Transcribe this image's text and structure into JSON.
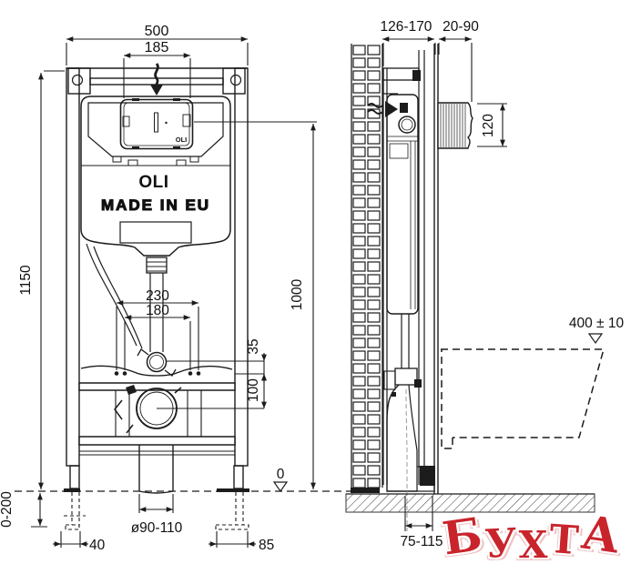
{
  "front": {
    "brand_logo": "OLI",
    "made_in": "MADE IN EU",
    "panel_logo": "OLI",
    "dims": {
      "overall_width": "500",
      "panel_width": "185",
      "frame_height": "1150",
      "panel_center_height": "1000",
      "fixing_bolts_outer": "230",
      "fixing_bolts_inner": "180",
      "inlet_gap": "35",
      "drain_center_height": "100",
      "leg_adjustment": "0-200",
      "left_foot_offset": "40",
      "waste_pipe_diameter": "ø90-110",
      "right_foot_offset": "85",
      "floor_datum": "0"
    }
  },
  "side": {
    "dims": {
      "frame_depth": "126-170",
      "finish_wall_depth": "20-90",
      "box_height": "120",
      "bowl_top_height": "400 ± 10",
      "outlet_floor_offset": "75-115"
    }
  },
  "watermark": {
    "text": "БУХТА",
    "letters": [
      "Б",
      "У",
      "Х",
      "Т",
      "А"
    ],
    "color": "#c9242b"
  }
}
